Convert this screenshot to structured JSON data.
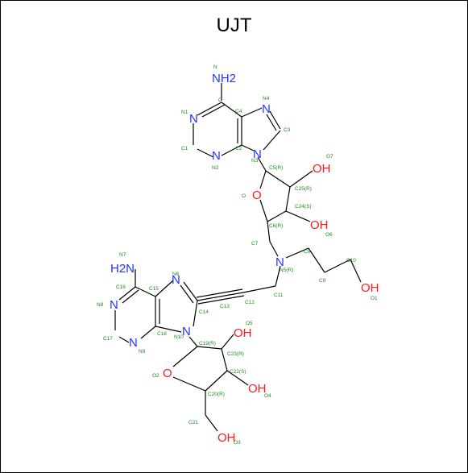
{
  "title": "UJT",
  "colors": {
    "carbon": "#000000",
    "nitrogen": "#2233ff",
    "oxygen": "#ff1a1a",
    "atom_label": "#1f8a1f"
  },
  "atoms": {
    "nh2_top": "NH2",
    "n1": "N",
    "n2": "N",
    "n3": "N",
    "n4": "N",
    "oh7": "OH",
    "o_ring_top": "O",
    "oh6": "OH",
    "n5": "N",
    "oh1": "OH",
    "h2n_bottom": "H2N",
    "n6": "N",
    "n8": "N",
    "n9": "N",
    "n10": "N",
    "oh5": "OH",
    "o2": "O",
    "oh4": "OH",
    "oh3": "OH"
  },
  "labels": {
    "N": "N",
    "C": "C",
    "N1": "N1",
    "C1": "C1",
    "N2": "N2",
    "C4": "C4",
    "C2": "C2",
    "N3": "N3",
    "N4": "N4",
    "C3": "C3",
    "C5R": "C5(R)",
    "O7": "O7",
    "C25R": "C25(R)",
    "O": "O",
    "C24S": "C24(S)",
    "C6R": "C6(R)",
    "O6": "O6",
    "C7": "C7",
    "C8": "C8",
    "N5R": "N5(R)",
    "C9": "C9",
    "C10": "C10",
    "O1": "O1",
    "N7": "N7",
    "C16": "C16",
    "N6": "N6",
    "C15": "C15",
    "N8": "N8",
    "C14": "C14",
    "C13": "C13",
    "C12": "C12",
    "C11": "C11",
    "C17": "C17",
    "N9": "N9",
    "C18": "C18",
    "N10": "N10",
    "O5": "O5",
    "C19R": "C19(R)",
    "C23R": "C23(R)",
    "O2": "O2",
    "C22S": "C22(S)",
    "O4": "O4",
    "C20R": "C20(R)",
    "C21": "C21",
    "O3": "O3"
  }
}
